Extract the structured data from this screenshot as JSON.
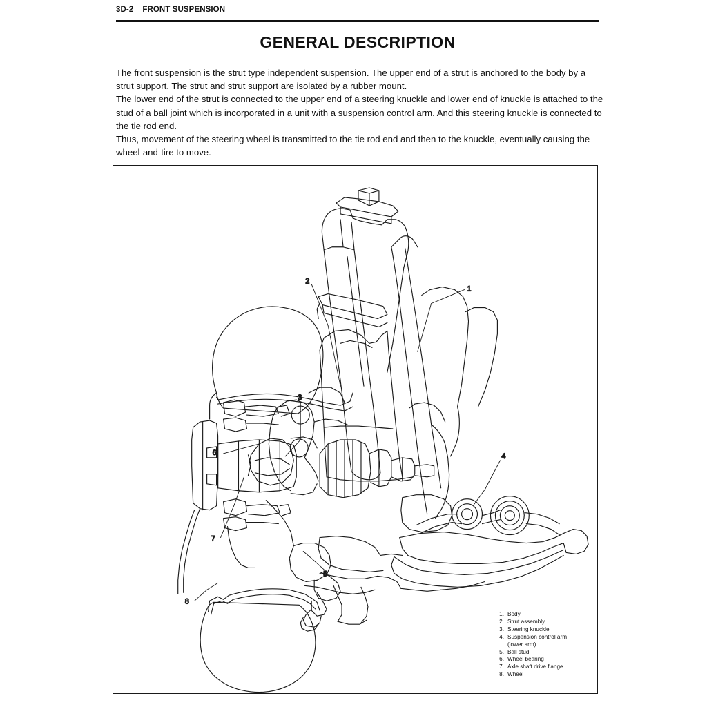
{
  "header": {
    "section_code": "3D-2",
    "section_title": "FRONT SUSPENSION"
  },
  "title": "GENERAL DESCRIPTION",
  "body": {
    "paragraph_1": "The front suspension is the strut type independent suspension. The upper end of a strut is anchored to the body by a strut support. The strut and strut support are isolated by a rubber mount.",
    "paragraph_2": "The lower end of the strut is connected to the upper end of a steering knuckle and lower end of knuckle is attached to the stud of a ball joint which is incorporated in a unit with a suspension control arm. And this steering knuckle is connected to the tie rod end.",
    "paragraph_3": "Thus, movement of the steering wheel is transmitted to the tie rod end and then to the knuckle, eventually causing the wheel-and-tire to move."
  },
  "figure": {
    "callouts": [
      {
        "num": "1"
      },
      {
        "num": "2"
      },
      {
        "num": "3"
      },
      {
        "num": "4"
      },
      {
        "num": "5"
      },
      {
        "num": "6"
      },
      {
        "num": "7"
      },
      {
        "num": "8"
      }
    ]
  },
  "legend": {
    "items": [
      {
        "num": "1.",
        "label": "Body",
        "sub": ""
      },
      {
        "num": "2.",
        "label": "Strut assembly",
        "sub": ""
      },
      {
        "num": "3.",
        "label": "Steering knuckle",
        "sub": ""
      },
      {
        "num": "4.",
        "label": "Suspension control arm",
        "sub": "(lower arm)"
      },
      {
        "num": "5.",
        "label": "Ball stud",
        "sub": ""
      },
      {
        "num": "6.",
        "label": "Wheel bearing",
        "sub": ""
      },
      {
        "num": "7.",
        "label": "Axle shaft drive flange",
        "sub": ""
      },
      {
        "num": "8.",
        "label": "Wheel",
        "sub": ""
      }
    ]
  },
  "colors": {
    "ink": "#111111",
    "page": "#ffffff"
  }
}
